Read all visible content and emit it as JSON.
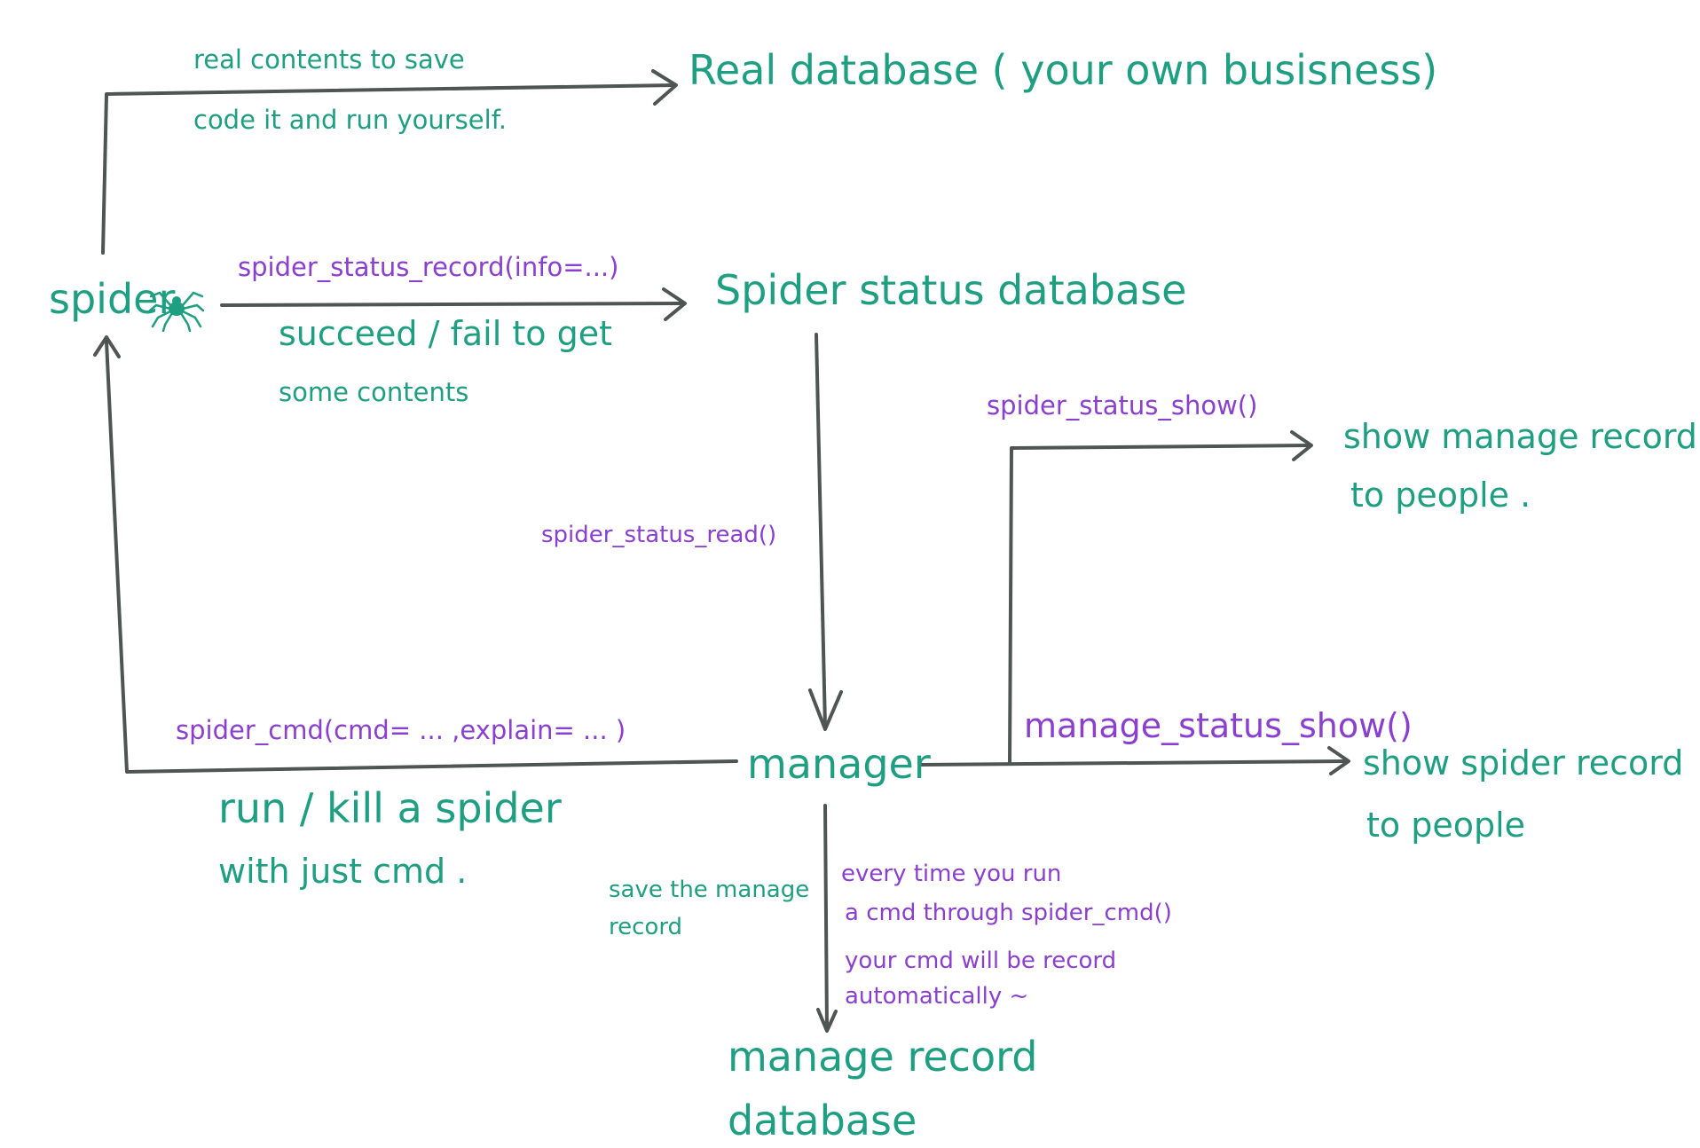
{
  "colors": {
    "label_green": "#1f9f82",
    "function_purple": "#8a3fd0",
    "arrow_gray": "#4f5552",
    "background": "#ffffff"
  },
  "nodes": {
    "spider": "spider",
    "real_db": "Real database ( your own busisness)",
    "status_db": "Spider status database",
    "manager": "manager",
    "manage_db_line1": "manage record",
    "manage_db_line2": "database",
    "show_manage_line1": "show manage record",
    "show_manage_line2": "to people .",
    "show_spider_line1": "show spider record",
    "show_spider_line2": "to people"
  },
  "edges": {
    "real_save_line1": "real contents to save",
    "real_save_line2": "code it and run yourself.",
    "record_func": "spider_status_record(info=...)",
    "record_note_line1": "succeed / fail to get",
    "record_note_line2": "some contents",
    "read_func": "spider_status_read()",
    "status_show_func": "spider_status_show()",
    "manage_show_func": "manage_status_show()",
    "cmd_func": "spider_cmd(cmd= ... ,explain= ... )",
    "cmd_note_line1": "run / kill a spider",
    "cmd_note_line2": "with just cmd .",
    "save_note_line1": "save the manage",
    "save_note_line2": "record",
    "auto_note_line1": "every time you run",
    "auto_note_line2": "a cmd through spider_cmd()",
    "auto_note_line3": "your cmd will be record",
    "auto_note_line4": "automatically ~"
  },
  "icons": {
    "spider": "spider-icon"
  }
}
